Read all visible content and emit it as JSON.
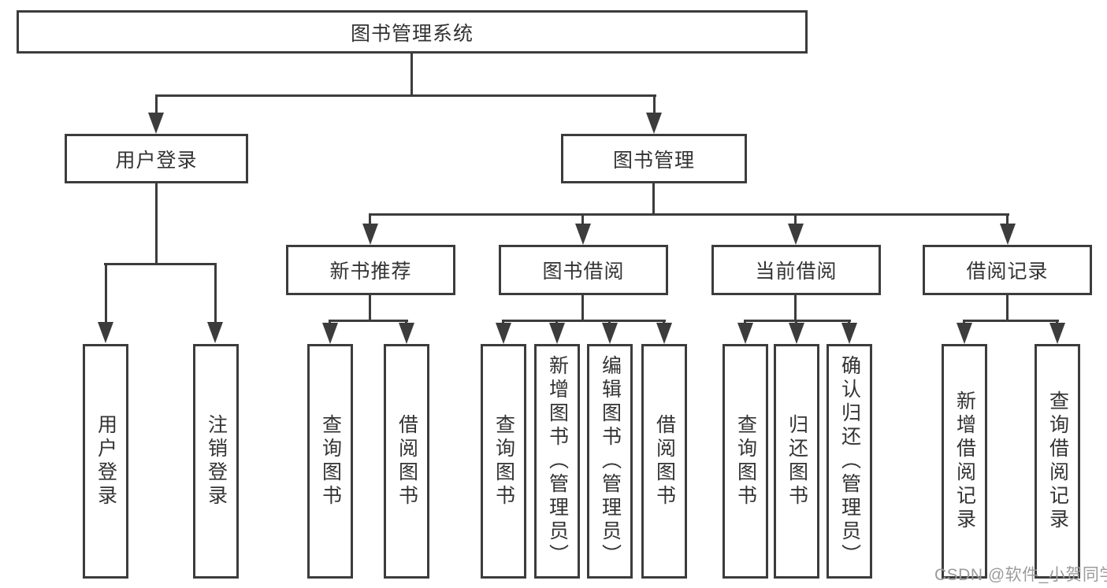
{
  "diagram_type": "hierarchy-tree",
  "colors": {
    "line": "#3c3c3c",
    "text": "#333333",
    "background": "#ffffff",
    "watermark": "#9b9b9b"
  },
  "tree": {
    "root": "图书管理系统",
    "children": [
      {
        "label": "用户登录",
        "children": [
          {
            "label": "用户登录"
          },
          {
            "label": "注销登录"
          }
        ]
      },
      {
        "label": "图书管理",
        "children": [
          {
            "label": "新书推荐",
            "children": [
              {
                "label": "查询图书"
              },
              {
                "label": "借阅图书"
              }
            ]
          },
          {
            "label": "图书借阅",
            "children": [
              {
                "label": "查询图书"
              },
              {
                "label": "新增图书（管理员）"
              },
              {
                "label": "编辑图书（管理员）"
              },
              {
                "label": "借阅图书"
              }
            ]
          },
          {
            "label": "当前借阅",
            "children": [
              {
                "label": "查询图书"
              },
              {
                "label": "归还图书"
              },
              {
                "label": "确认归还（管理员）"
              }
            ]
          },
          {
            "label": "借阅记录",
            "children": [
              {
                "label": "新增借阅记录"
              },
              {
                "label": "查询借阅记录"
              }
            ]
          }
        ]
      }
    ]
  },
  "watermark": {
    "text": "CSDN @软件_小贺同学"
  }
}
